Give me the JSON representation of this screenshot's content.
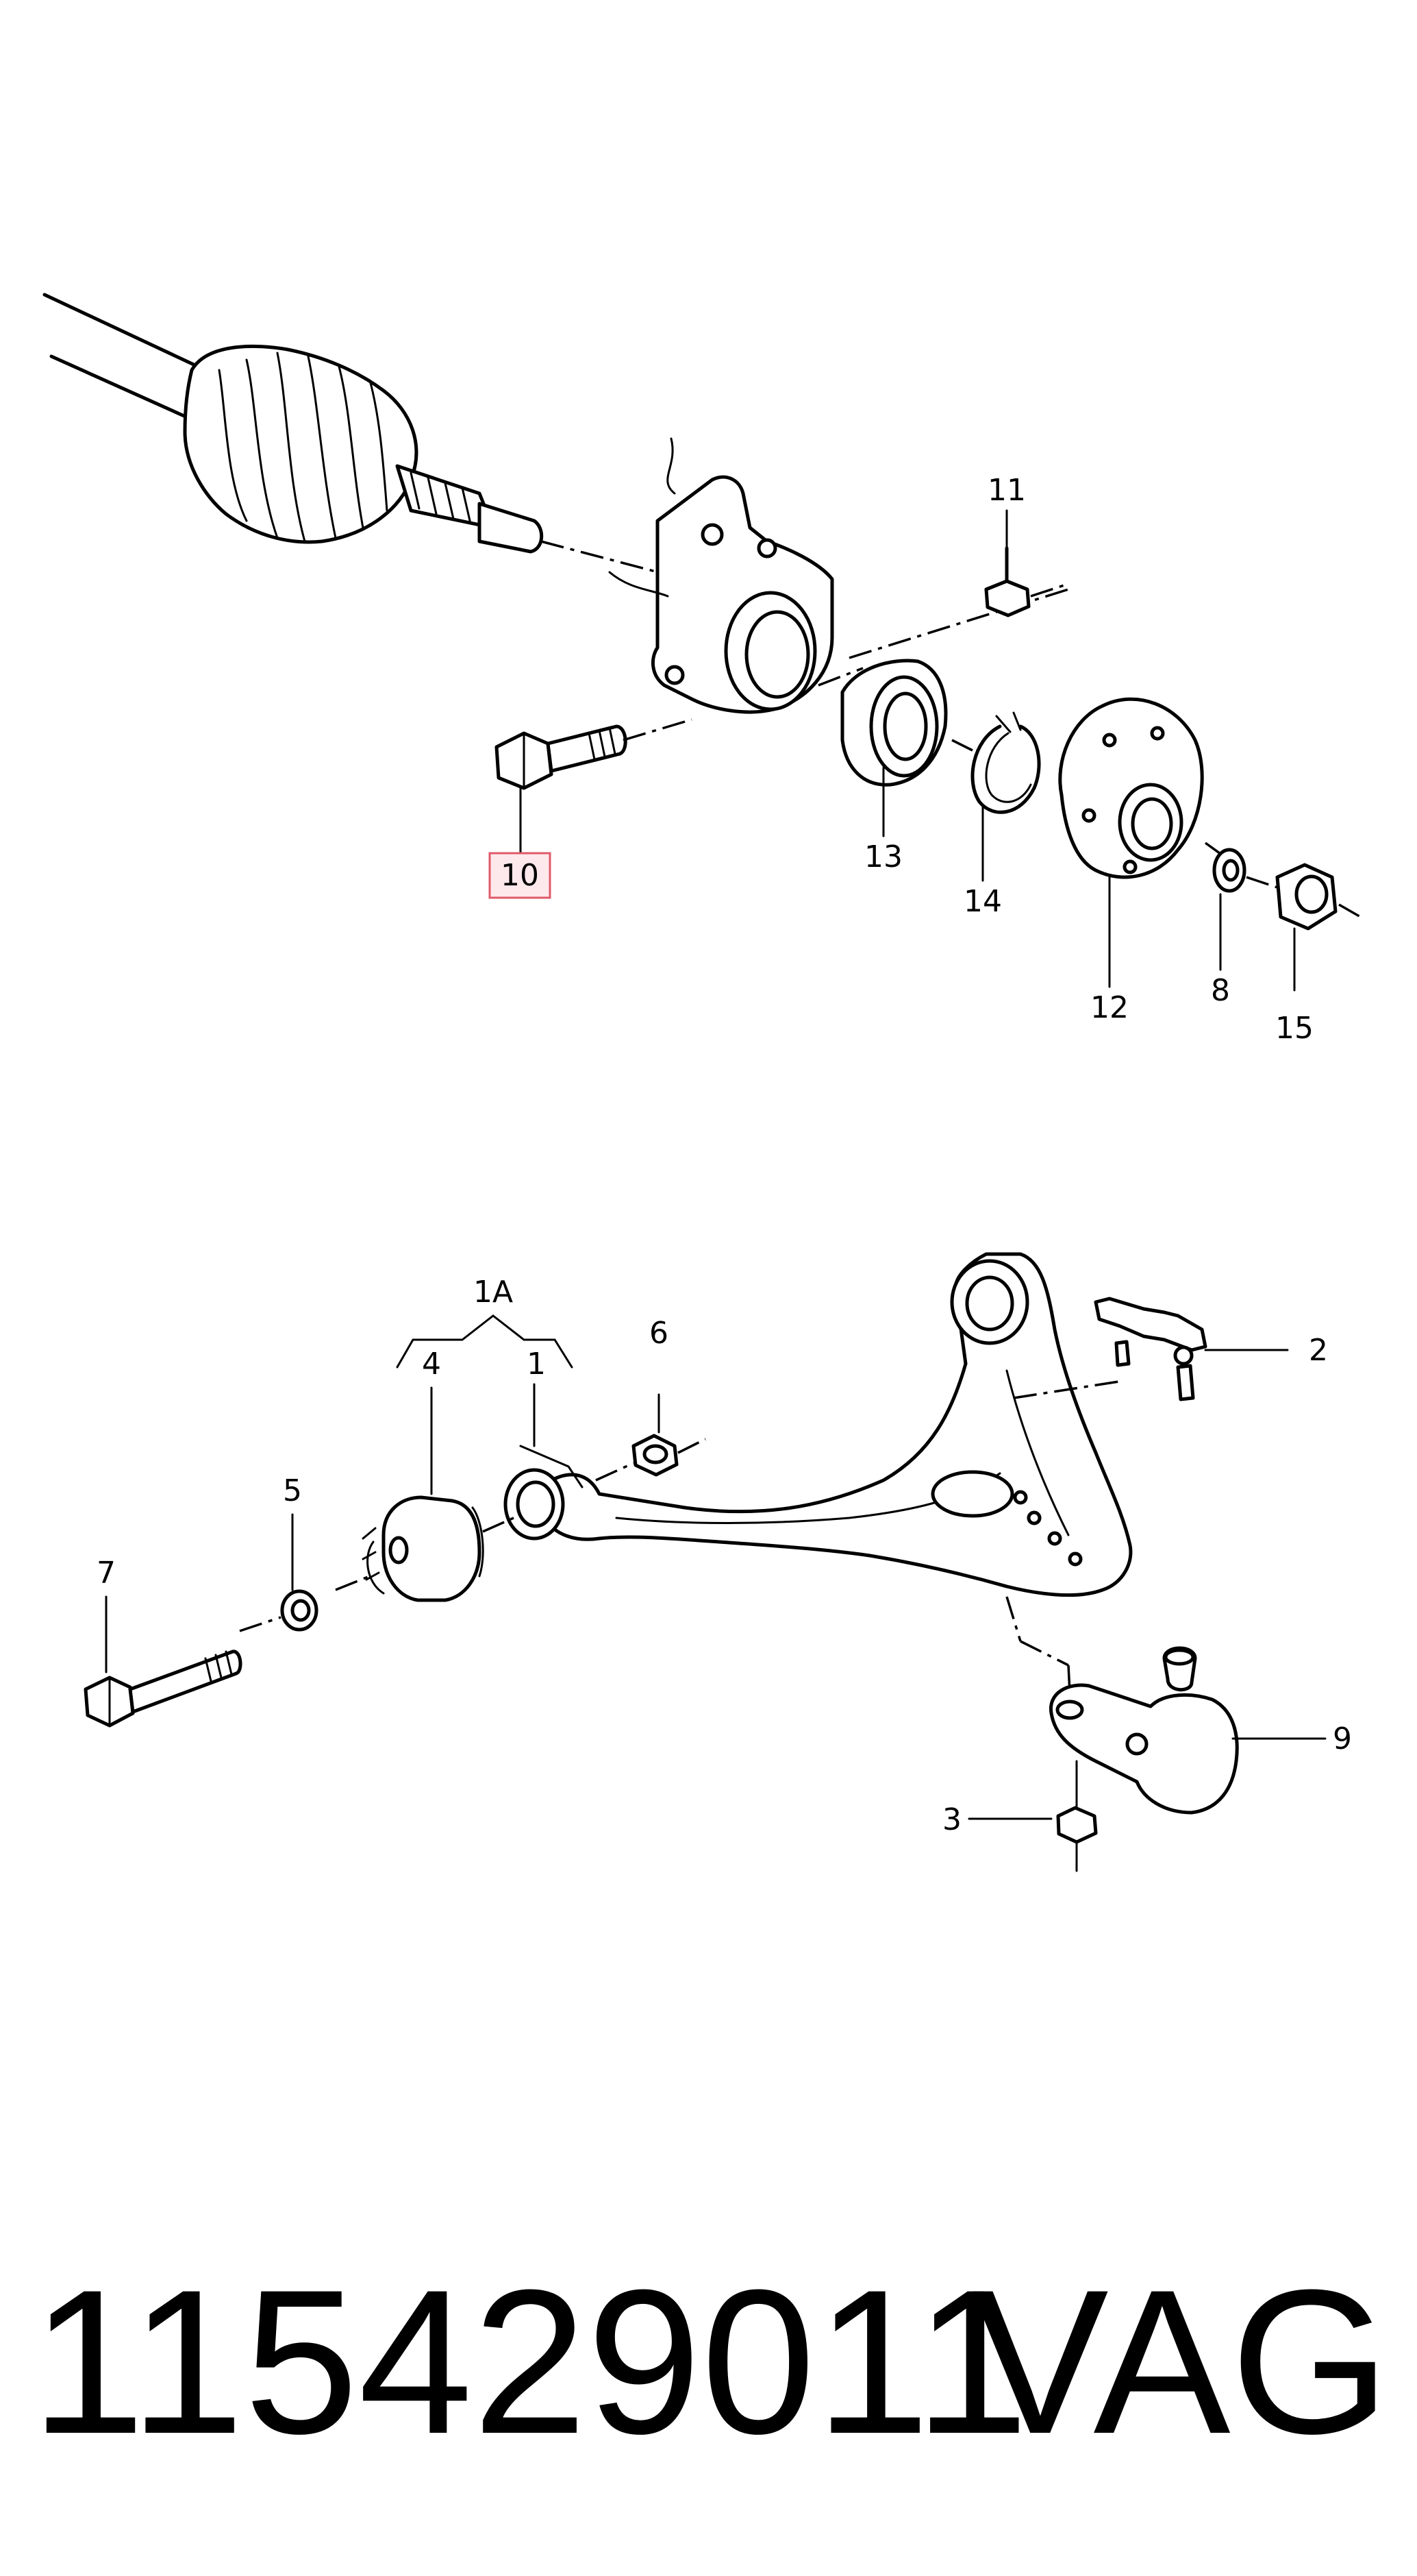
{
  "callouts": {
    "p1": "1",
    "p1A": "1A",
    "p2": "2",
    "p3": "3",
    "p4": "4",
    "p5": "5",
    "p6": "6",
    "p7": "7",
    "p8": "8",
    "p9": "9",
    "p10": "10",
    "p11": "11",
    "p12": "12",
    "p13": "13",
    "p14": "14",
    "p15": "15"
  },
  "highlight": {
    "part": "10",
    "color": "#e05a6a",
    "fill": "#fde8ec"
  },
  "footer": {
    "part_number": "115429011",
    "brand": "VAG"
  }
}
